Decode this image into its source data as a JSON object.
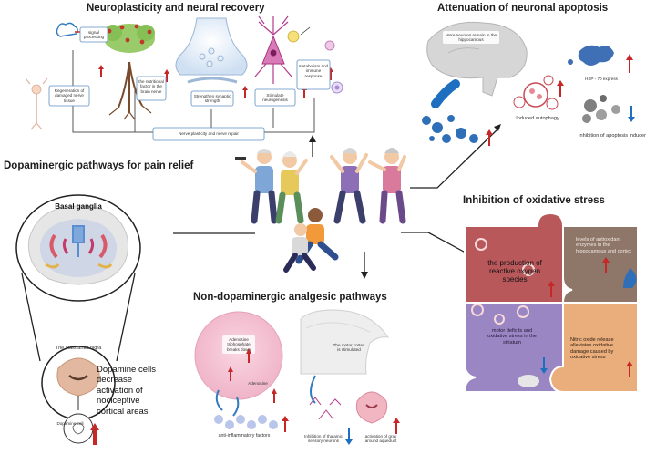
{
  "headings": {
    "neuroplasticity": "Neuroplasticity and neural recovery",
    "apoptosis": "Attenuation of neuronal apoptosis",
    "dopaminergic": "Dopaminergic pathways for pain relief",
    "oxidative": "Inhibition of oxidative stress",
    "non_dopaminergic": "Non-dopaminergic analgesic pathways"
  },
  "neuroplasticity": {
    "signal": "signal processing",
    "regeneration": "Regeneration of damaged nerve tissue",
    "nutritional": "the nutritional factor in the brain nerve",
    "synaptic": "Strengthen synaptic strength",
    "neurogenesis": "Stimulate neurogenesis",
    "metabolism": "metabolism and immune response",
    "repair": "Nerve plasticity and nerve repair"
  },
  "apoptosis": {
    "hippocampus": "More neurons remain in the hippocampus",
    "autophagy": "Induced autophagy",
    "hsp": "HSP - 70 express",
    "inhibition": "Inhibition of apoptosis inducer"
  },
  "dopaminergic": {
    "basal": "Basal ganglia",
    "nigra": "The substantia nigra",
    "cell": "Dopamine cell",
    "text": "Dopamine cells decrease activation of nociceptive cortical areas"
  },
  "oxidative": {
    "ros": "the production of reactive oxygen species",
    "antioxidant": "levels of antioxidant enzymes in the hippocampus and cortex",
    "motor": "motor deficits and oxidative stress in the striatum",
    "nitric": "Nitric oxide release alleviates oxidative damage caused by oxidative stress"
  },
  "non_dopaminergic": {
    "atp": "Adenosine triphosphate breaks down",
    "adenosine": "Adenosine",
    "antiinflam": "anti-inflammatory factors",
    "motor_cortex": "The motor cortex is stimulated",
    "thalamic": "Inhibition of thalamic sensory neurons",
    "gray": "activation of gray around aqueduct"
  },
  "colors": {
    "up_arrow": "#c62828",
    "down_arrow": "#1e6fc0",
    "red_piece": "#b9585b",
    "brown_piece": "#8e7668",
    "purple_piece": "#9b86c4",
    "orange_piece": "#e9ae7c"
  }
}
